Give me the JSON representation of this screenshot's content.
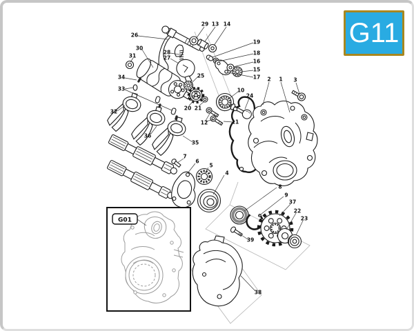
{
  "badge": {
    "code": "G11",
    "bg_color": "#29abe2",
    "border_color": "#a8871f",
    "text_color": "#ffffff"
  },
  "inset": {
    "code": "G01"
  },
  "page": {
    "border_color": "#c6c6c6",
    "background": "#ffffff"
  },
  "diagram": {
    "callouts": [
      {
        "n": "1",
        "t": [
          407,
          115
        ],
        "l": [
          [
            407,
            119,
            420,
            163
          ]
        ]
      },
      {
        "n": "2",
        "t": [
          390,
          115
        ],
        "l": [
          [
            390,
            119,
            381,
            152
          ]
        ]
      },
      {
        "n": "3",
        "t": [
          428,
          116
        ],
        "l": [
          [
            429,
            120,
            434,
            136
          ]
        ]
      },
      {
        "n": "4",
        "t": [
          329,
          251
        ],
        "l": [
          [
            325,
            254,
            309,
            282
          ]
        ]
      },
      {
        "n": "5",
        "t": [
          306,
          240
        ],
        "l": [
          [
            302,
            243,
            297,
            251
          ]
        ]
      },
      {
        "n": "6",
        "t": [
          286,
          234
        ],
        "l": [
          [
            283,
            237,
            272,
            251
          ]
        ]
      },
      {
        "n": "7",
        "t": [
          268,
          227
        ],
        "l": [
          [
            266,
            230,
            257,
            236
          ]
        ]
      },
      {
        "n": "8",
        "t": [
          406,
          271
        ],
        "l": [
          [
            401,
            272,
            354,
            306
          ]
        ]
      },
      {
        "n": "9",
        "t": [
          415,
          283
        ],
        "l": [
          [
            411,
            285,
            374,
            314
          ]
        ]
      },
      {
        "n": "10",
        "t": [
          349,
          131
        ],
        "l": [
          [
            345,
            133,
            332,
            143
          ]
        ]
      },
      {
        "n": "11",
        "t": [
          341,
          177
        ],
        "l": [
          [
            337,
            177,
            324,
            176
          ]
        ]
      },
      {
        "n": "12",
        "t": [
          296,
          178
        ],
        "l": [
          [
            298,
            175,
            305,
            163
          ],
          [
            298,
            176,
            311,
            173
          ]
        ]
      },
      {
        "n": "13",
        "t": [
          312,
          35
        ],
        "l": [
          [
            312,
            39,
            297,
            60
          ]
        ]
      },
      {
        "n": "14",
        "t": [
          329,
          35
        ],
        "l": [
          [
            328,
            39,
            310,
            66
          ]
        ]
      },
      {
        "n": "15",
        "t": [
          372,
          101
        ],
        "l": [
          [
            367,
            102,
            350,
            104
          ]
        ]
      },
      {
        "n": "16",
        "t": [
          372,
          89
        ],
        "l": [
          [
            367,
            90,
            338,
            97
          ]
        ]
      },
      {
        "n": "17",
        "t": [
          372,
          112
        ],
        "l": [
          [
            367,
            112,
            330,
            105
          ]
        ]
      },
      {
        "n": "18",
        "t": [
          372,
          77
        ],
        "l": [
          [
            367,
            78,
            317,
            89
          ]
        ]
      },
      {
        "n": "19",
        "t": [
          372,
          61
        ],
        "l": [
          [
            367,
            62,
            308,
            83
          ]
        ]
      },
      {
        "n": "20",
        "t": [
          272,
          157
        ],
        "l": [
          [
            274,
            153,
            281,
            146
          ]
        ]
      },
      {
        "n": "21",
        "t": [
          287,
          157
        ],
        "l": [
          [
            289,
            153,
            296,
            147
          ]
        ]
      },
      {
        "n": "22",
        "t": [
          431,
          306
        ],
        "l": [
          [
            429,
            309,
            415,
            333
          ]
        ]
      },
      {
        "n": "23",
        "t": [
          441,
          317
        ],
        "l": [
          [
            439,
            320,
            429,
            341
          ]
        ]
      },
      {
        "n": "24",
        "t": [
          362,
          139
        ],
        "l": [
          [
            361,
            143,
            355,
            158
          ]
        ]
      },
      {
        "n": "25",
        "t": [
          291,
          110
        ],
        "l": [
          [
            287,
            111,
            277,
            121
          ]
        ]
      },
      {
        "n": "26",
        "t": [
          195,
          51
        ],
        "l": [
          [
            200,
            52,
            243,
            57
          ]
        ]
      },
      {
        "n": "27",
        "t": [
          242,
          84
        ],
        "l": [
          [
            247,
            85,
            259,
            92
          ]
        ]
      },
      {
        "n": "28",
        "t": [
          242,
          76
        ],
        "l": [
          [
            247,
            77,
            260,
            79
          ]
        ]
      },
      {
        "n": "29",
        "t": [
          297,
          35
        ],
        "l": [
          [
            296,
            39,
            284,
            56
          ]
        ]
      },
      {
        "n": "30",
        "t": [
          202,
          70
        ],
        "l": [
          [
            206,
            72,
            222,
            98
          ]
        ]
      },
      {
        "n": "31",
        "t": [
          192,
          81
        ],
        "l": [
          [
            193,
            84,
            189,
            90
          ]
        ]
      },
      {
        "n": "32",
        "t": [
          165,
          162
        ],
        "l": [
          [
            170,
            161,
            181,
            153
          ]
        ]
      },
      {
        "n": "33",
        "t": [
          176,
          129
        ],
        "l": [
          [
            181,
            129,
            193,
            127
          ],
          [
            181,
            130,
            249,
            160
          ]
        ]
      },
      {
        "n": "34",
        "t": [
          176,
          112
        ],
        "l": [
          [
            181,
            113,
            198,
            116
          ]
        ]
      },
      {
        "n": "35",
        "t": [
          283,
          207
        ],
        "l": [
          [
            279,
            206,
            265,
            197
          ]
        ]
      },
      {
        "n": "36",
        "t": [
          214,
          197
        ],
        "l": [
          [
            218,
            195,
            227,
            183
          ]
        ]
      },
      {
        "n": "37",
        "t": [
          424,
          293
        ],
        "l": [
          [
            421,
            296,
            405,
            313
          ]
        ]
      },
      {
        "n": "38",
        "t": [
          374,
          424
        ],
        "l": [
          [
            370,
            422,
            349,
            400
          ]
        ]
      },
      {
        "n": "39",
        "t": [
          363,
          348
        ],
        "l": [
          [
            359,
            347,
            347,
            339
          ]
        ]
      }
    ],
    "inset_leader": [
      199,
      318,
      212,
      327
    ]
  }
}
